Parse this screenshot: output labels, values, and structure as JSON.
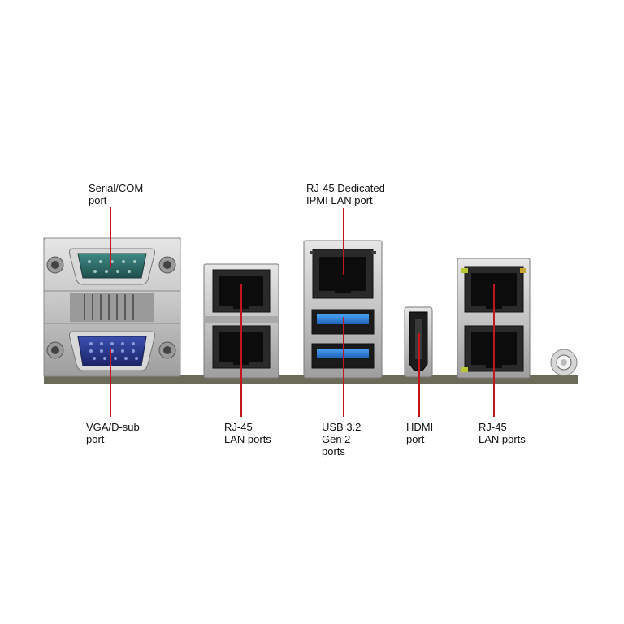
{
  "labels": {
    "serial_com": {
      "line1": "Serial/COM",
      "line2": "port"
    },
    "ipmi": {
      "line1": "RJ-45 Dedicated",
      "line2": "IPMI LAN port"
    },
    "vga": {
      "line1": "VGA/D-sub",
      "line2": "port"
    },
    "rj45_left": {
      "line1": "RJ-45",
      "line2": "LAN ports"
    },
    "usb": {
      "line1": "USB 3.2",
      "line2": "Gen 2",
      "line3": "ports"
    },
    "hdmi": {
      "line1": "HDMI",
      "line2": "port"
    },
    "rj45_right": {
      "line1": "RJ-45",
      "line2": "LAN ports"
    }
  },
  "colors": {
    "callout_line": "#c4161c",
    "serial_port": "#2f6a6a",
    "vga_port": "#2a3a8c",
    "usb_port": "#2a7fd6",
    "board_edge": "#6b6b5a",
    "metal": "#c9c9c9"
  },
  "icons": [
    "db9-serial-connector",
    "vga-connector",
    "rj45-jack",
    "usb-a-port",
    "hdmi-port",
    "led-indicator",
    "screw-post"
  ]
}
